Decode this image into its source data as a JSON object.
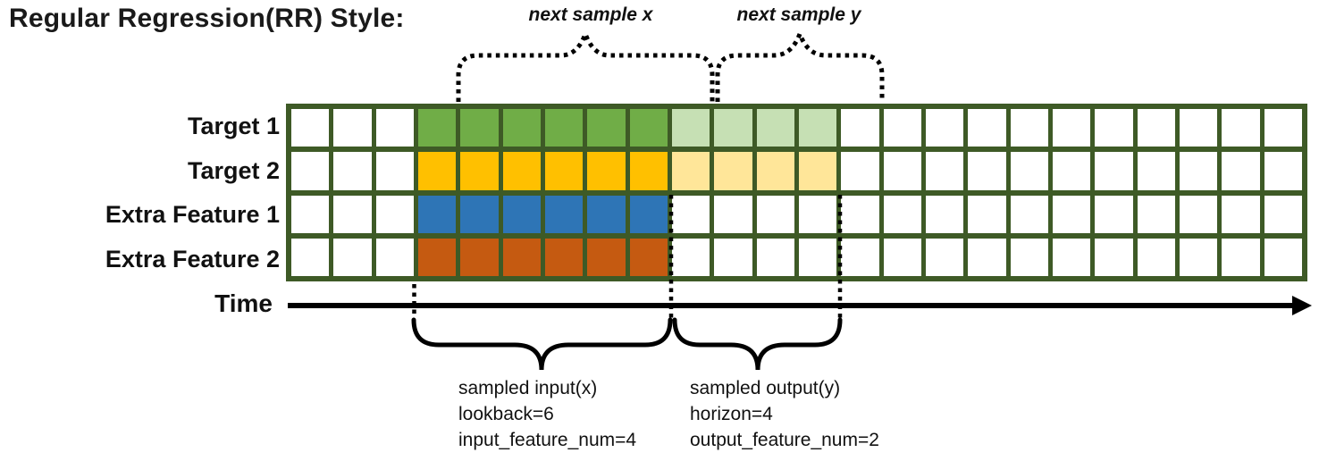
{
  "title": "Regular Regression(RR) Style:",
  "top_braces": {
    "next_sample_x_label": "next sample x",
    "next_sample_y_label": "next sample y"
  },
  "colors": {
    "white": "#FFFFFF",
    "green": "#70AD47",
    "lightGreen": "#C6E0B4",
    "yellow": "#FFC000",
    "lightYellow": "#FFE699",
    "blue": "#2E75B6",
    "orange": "#C55A11",
    "gridBorder": "#3E5A26",
    "ink": "#000000"
  },
  "grid": {
    "columns": 24,
    "rows": [
      {
        "label": "Target 1",
        "segments": [
          {
            "color": "white",
            "count": 3
          },
          {
            "color": "green",
            "count": 6
          },
          {
            "color": "lightGreen",
            "count": 4
          },
          {
            "color": "white",
            "count": 11
          }
        ]
      },
      {
        "label": "Target 2",
        "segments": [
          {
            "color": "white",
            "count": 3
          },
          {
            "color": "yellow",
            "count": 6
          },
          {
            "color": "lightYellow",
            "count": 4
          },
          {
            "color": "white",
            "count": 11
          }
        ]
      },
      {
        "label": "Extra Feature 1",
        "segments": [
          {
            "color": "white",
            "count": 3
          },
          {
            "color": "blue",
            "count": 6
          },
          {
            "color": "white",
            "count": 15
          }
        ]
      },
      {
        "label": "Extra Feature 2",
        "segments": [
          {
            "color": "white",
            "count": 3
          },
          {
            "color": "orange",
            "count": 6
          },
          {
            "color": "white",
            "count": 15
          }
        ]
      }
    ]
  },
  "time_axis": {
    "label": "Time"
  },
  "annotations": {
    "input": {
      "lines": [
        "sampled input(x)",
        "lookback=6",
        "input_feature_num=4"
      ]
    },
    "output": {
      "lines": [
        "sampled output(y)",
        "horizon=4",
        "output_feature_num=2"
      ]
    }
  }
}
